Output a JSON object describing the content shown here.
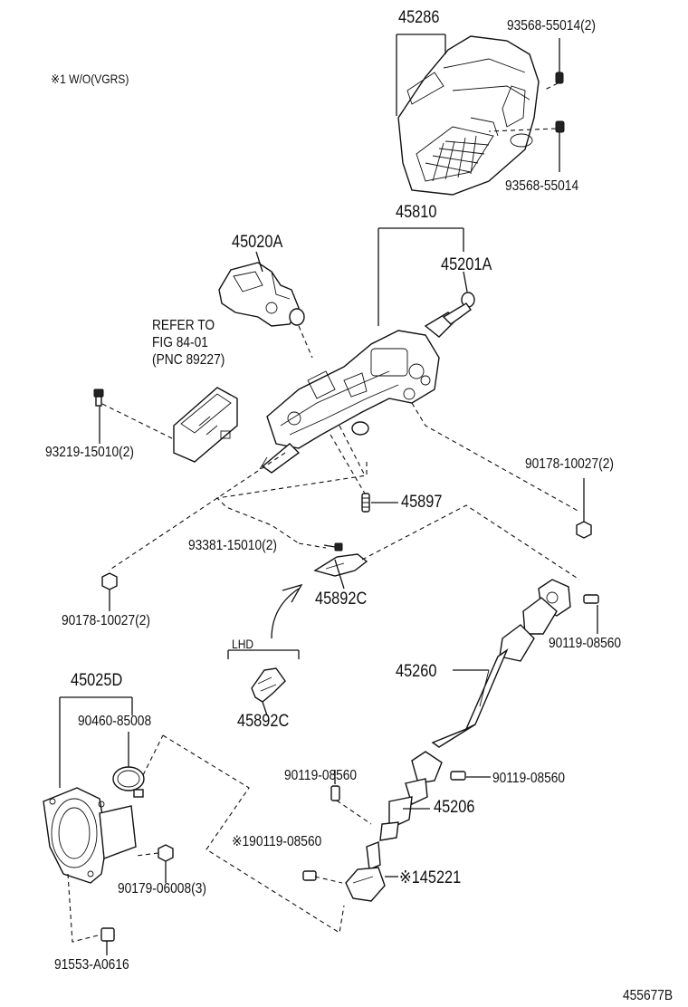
{
  "note": "※1 W/O(VGRS)",
  "diagram_id": "455677B",
  "labels": {
    "p45286": "45286",
    "p93568_55014_2": "93568-55014(2)",
    "p93568_55014": "93568-55014",
    "p45810": "45810",
    "p45020A": "45020A",
    "p45201A": "45201A",
    "refer_line1": "REFER TO",
    "refer_line2": "FIG 84-01",
    "refer_line3": "(PNC 89227)",
    "p93219": "93219-15010(2)",
    "p90178_right": "90178-10027(2)",
    "p45897": "45897",
    "p93381": "93381-15010(2)",
    "p45892C_top": "45892C",
    "p90178_left": "90178-10027(2)",
    "lhd": "LHD",
    "p45892C_bottom": "45892C",
    "p90119_a": "90119-08560",
    "p45025D": "45025D",
    "p90460": "90460-85008",
    "p45260": "45260",
    "p90119_b": "90119-08560",
    "p90119_c": "90119-08560",
    "p45206": "45206",
    "p90119_d": "※190119-08560",
    "p45221": "※145221",
    "p90179": "90179-06008(3)",
    "p91553": "91553-A0616"
  }
}
